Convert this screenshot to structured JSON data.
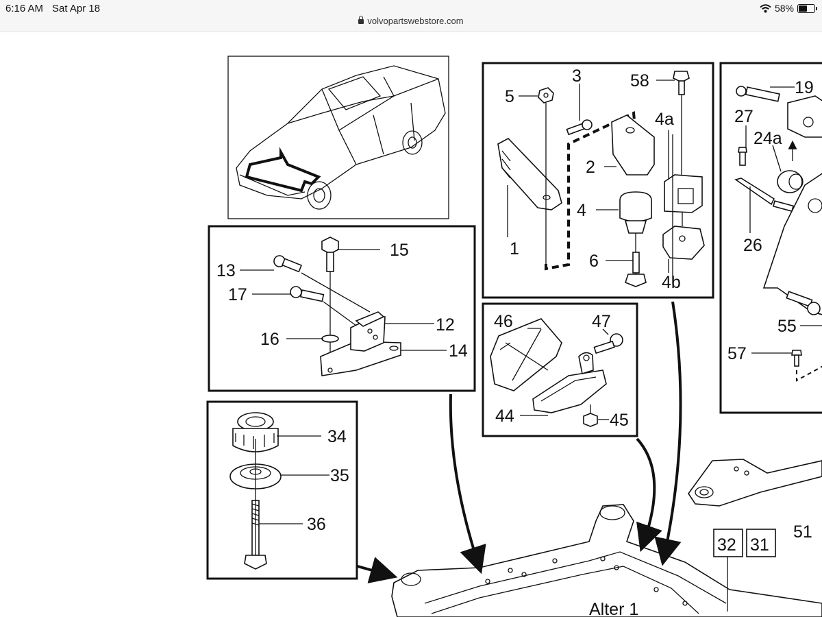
{
  "status_bar": {
    "time": "6:16 AM",
    "date": "Sat Apr 18",
    "url": "volvopartswebstore.com",
    "battery_percent": "58%",
    "battery_level": 0.58,
    "wifi_icon": "wifi-icon"
  },
  "diagram": {
    "callouts_panel_engine": [
      "1",
      "2",
      "3",
      "4",
      "4a",
      "4b",
      "5",
      "6",
      "58"
    ],
    "callouts_panel_bracket": [
      "12",
      "13",
      "14",
      "15",
      "16",
      "17"
    ],
    "callouts_panel_shield": [
      "44",
      "45",
      "46",
      "47"
    ],
    "callouts_panel_bushing": [
      "34",
      "35",
      "36"
    ],
    "callouts_panel_right": [
      "19",
      "24a",
      "26",
      "27",
      "55",
      "57"
    ],
    "callouts_other": [
      "51"
    ],
    "boxed_callouts": [
      "32",
      "31"
    ],
    "subframe_label": "Alter 1"
  },
  "colors": {
    "line": "#111111",
    "background": "#ffffff",
    "statusbar": "#f6f6f6"
  }
}
